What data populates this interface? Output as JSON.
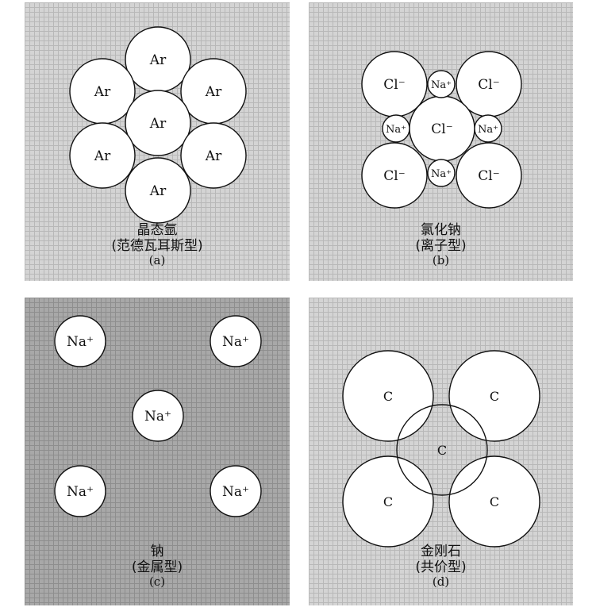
{
  "panels": {
    "a": {
      "atom": "Ar",
      "caption_1": "晶态氩",
      "caption_2": "(范德瓦耳斯型)",
      "tag": "(a)"
    },
    "b": {
      "anion": "Cl⁻",
      "cation": "Na⁺",
      "caption_1": "氯化钠",
      "caption_2": "(离子型)",
      "tag": "(b)"
    },
    "c": {
      "ion": "Na⁺",
      "caption_1": "钠",
      "caption_2": "(金属型)",
      "tag": "(c)"
    },
    "d": {
      "atom": "C",
      "caption_1": "金刚石",
      "caption_2": "(共价型)",
      "tag": "(d)"
    }
  },
  "colors": {
    "panel_background": "#d6d6d6",
    "panel_c_background": "#a9a9a9",
    "atom_fill": "#ffffff",
    "outline": "#111111"
  }
}
